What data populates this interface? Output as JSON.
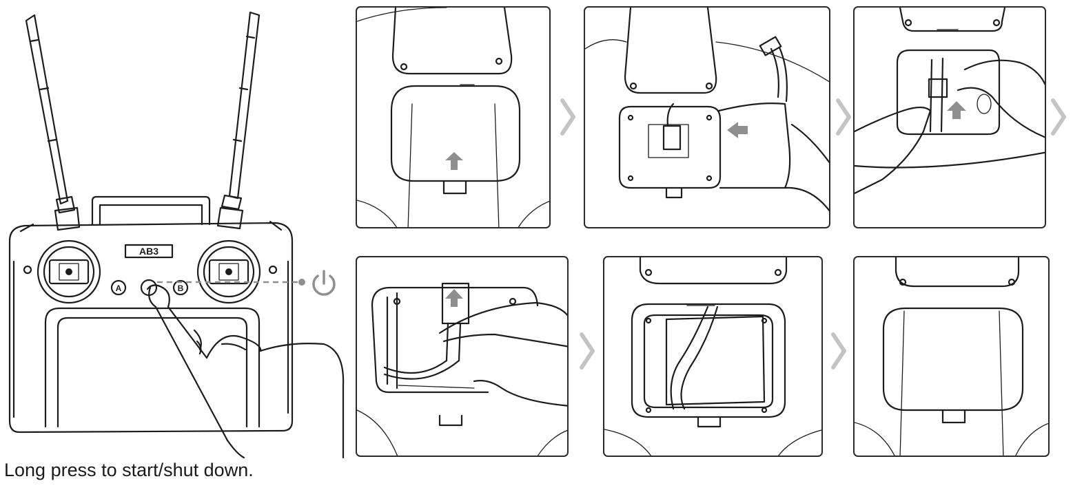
{
  "caption": "Long press to start/shut down.",
  "controller": {
    "logo": "AB3",
    "button_a": "A",
    "button_b": "B"
  },
  "arrow_color": "#8f8f8f",
  "icons": [
    "power-icon",
    "chevron-right-icon",
    "arrow-up-icon",
    "arrow-left-icon"
  ]
}
